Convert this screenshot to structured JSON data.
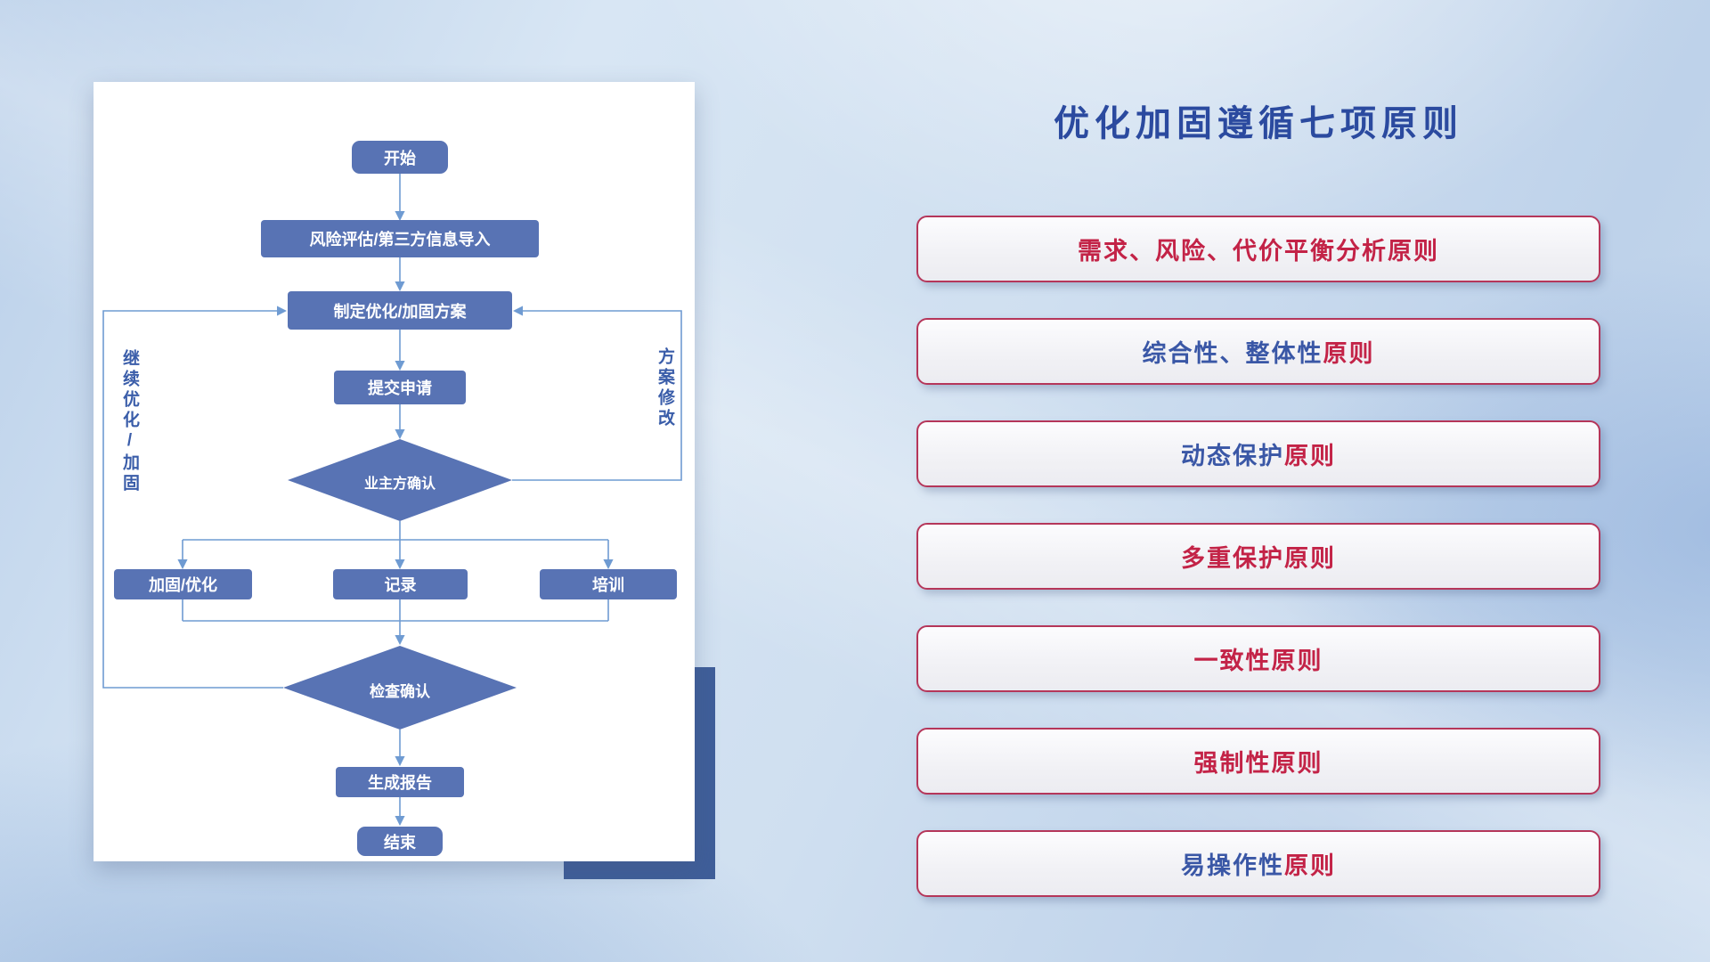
{
  "slide": {
    "title": "优化加固遵循七项原则",
    "principles": [
      {
        "prefix": "需求、风险、代价平衡分析",
        "suffix": "原则",
        "tone": "red"
      },
      {
        "prefix": "综合性、整体性",
        "suffix": "原则",
        "tone": "blue"
      },
      {
        "prefix": "动态保护",
        "suffix": "原则",
        "tone": "blue"
      },
      {
        "prefix": "多重保护",
        "suffix": "原则",
        "tone": "red"
      },
      {
        "prefix": "一致性",
        "suffix": "原则",
        "tone": "red"
      },
      {
        "prefix": "强制性",
        "suffix": "原则",
        "tone": "red"
      },
      {
        "prefix": "易操作性",
        "suffix": "原则",
        "tone": "blue"
      }
    ]
  },
  "flowchart": {
    "nodes": {
      "start": "开始",
      "risk_import": "风险评估/第三方信息导入",
      "make_plan": "制定优化/加固方案",
      "submit": "提交申请",
      "owner_confirm": "业主方确认",
      "reinforce": "加固/优化",
      "record": "记录",
      "training": "培训",
      "check_confirm": "检查确认",
      "report": "生成报告",
      "end": "结束"
    },
    "loop_labels": {
      "continue_optimize": "继续优化/加固",
      "plan_modify": "方案修改"
    }
  },
  "colors": {
    "title": "#2b4a9f",
    "principle_border": "#b5365a",
    "principle_red": "#c32347",
    "principle_blue": "#3a57a6",
    "node_fill": "#5873b4",
    "node_text": "#ffffff",
    "line": "#6f9bd2",
    "loop_label": "#3a5da9",
    "card_shadow_rect": "#3f5e99"
  }
}
